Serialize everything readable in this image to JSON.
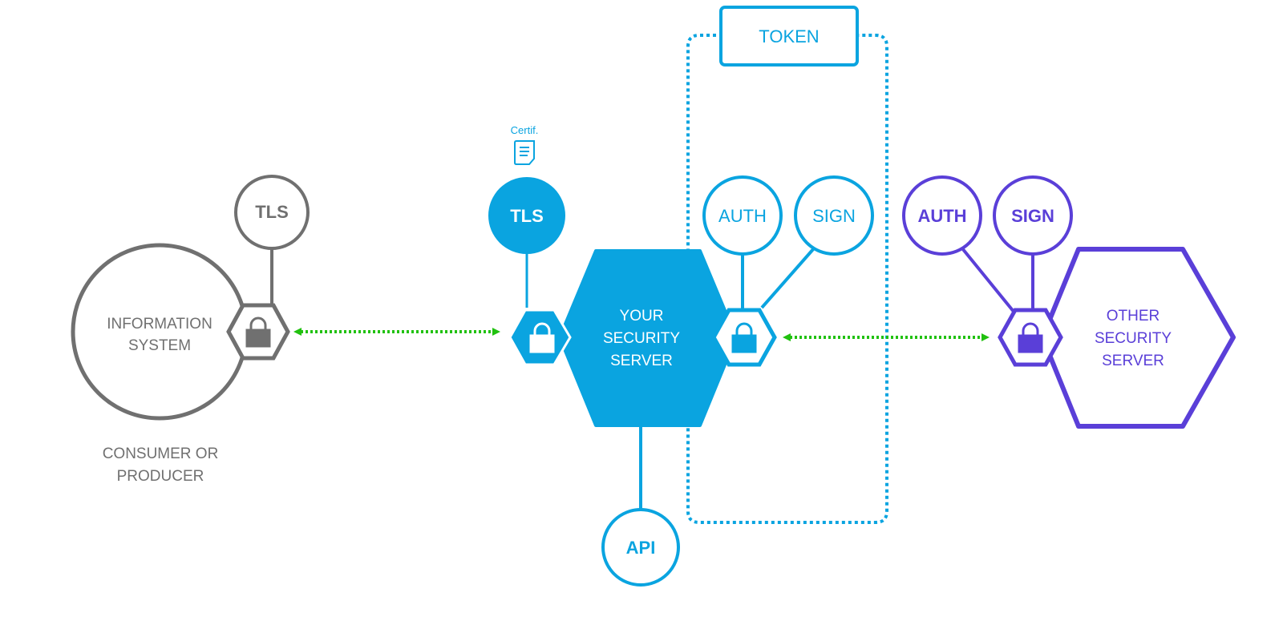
{
  "colors": {
    "gray": "#707070",
    "blue": "#0aa4e0",
    "purple": "#5a3fd8",
    "green": "#21c10f",
    "white": "#ffffff"
  },
  "info_system": {
    "line1": "INFORMATION",
    "line2": "SYSTEM",
    "tls": "TLS",
    "caption_line1": "CONSUMER OR",
    "caption_line2": "PRODUCER"
  },
  "your_server": {
    "line1": "YOUR",
    "line2": "SECURITY",
    "line3": "SERVER",
    "tls": "TLS",
    "cert": "Certif.",
    "auth": "AUTH",
    "sign": "SIGN",
    "api": "API",
    "token": "TOKEN"
  },
  "other_server": {
    "line1": "OTHER",
    "line2": "SECURITY",
    "line3": "SERVER",
    "auth": "AUTH",
    "sign": "SIGN"
  },
  "icons": [
    "lock-icon",
    "document-icon",
    "arrow-left-icon",
    "arrow-right-icon"
  ]
}
